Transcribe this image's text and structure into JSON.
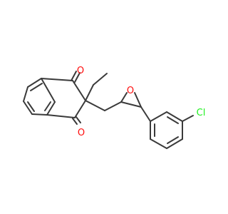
{
  "molecule": {
    "atoms": {
      "O1": {
        "label": "O",
        "color": "#ff0d0d"
      },
      "O2": {
        "label": "O",
        "color": "#ff0d0d"
      },
      "O3": {
        "label": "O",
        "color": "#ff0d0d"
      },
      "Cl": {
        "label": "Cl",
        "color": "#1ff01f"
      }
    }
  },
  "colors": {
    "bond": "#3a3a3a",
    "oxygen": "#ff0d0d",
    "chlorine": "#1ff01f",
    "background": "#ffffff"
  }
}
